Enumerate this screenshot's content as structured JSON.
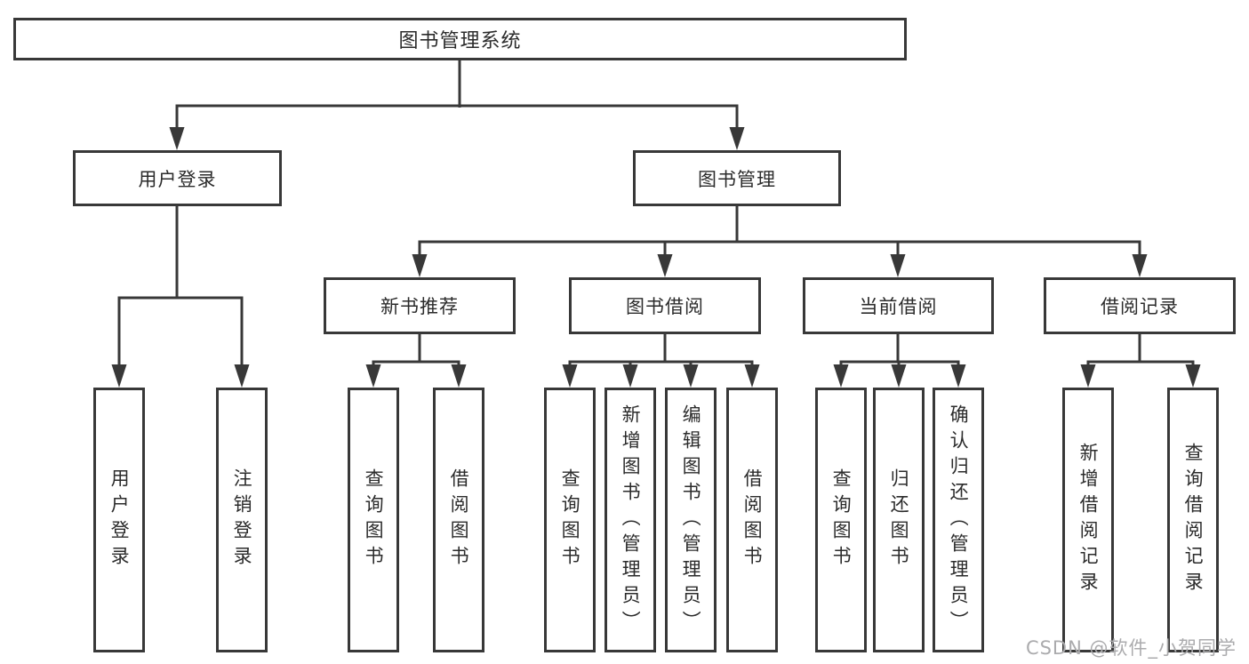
{
  "diagram": {
    "title_box": "图书管理系统",
    "level2": {
      "user_login": {
        "label": "用户登录",
        "leaves": [
          "用户登录",
          "注销登录"
        ]
      },
      "book_management": {
        "label": "图书管理",
        "sections": [
          {
            "label": "新书推荐",
            "leaves": [
              "查询图书",
              "借阅图书"
            ]
          },
          {
            "label": "图书借阅",
            "leaves": [
              "查询图书",
              "新增图书（管理员）",
              "编辑图书（管理员）",
              "借阅图书"
            ]
          },
          {
            "label": "当前借阅",
            "leaves": [
              "查询图书",
              "归还图书",
              "确认归还（管理员）"
            ]
          },
          {
            "label": "借阅记录",
            "leaves": [
              "新增借阅记录",
              "查询借阅记录"
            ]
          }
        ]
      }
    },
    "watermark": "CSDN @软件_小贺同学",
    "colors": {
      "line": "#383838",
      "box_border": "#383838",
      "box_fill": "#ffffff",
      "text": "#2b2b2b",
      "watermark": "#ababad",
      "background": "#ffffff"
    }
  }
}
